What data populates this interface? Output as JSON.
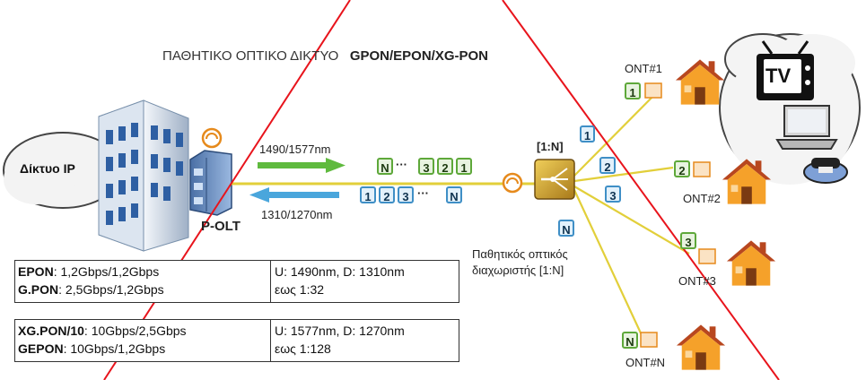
{
  "title": {
    "main": "ΠΑΘΗΤΙΚΟ ΟΠΤΙΚΟ ΔΙΚΤΥΟ",
    "standards": "GPON/EPON/XG-PON"
  },
  "ip_network": "Δίκτυο IP",
  "olt_label": "P-OLT",
  "downstream_wavelength": "1490/1577nm",
  "upstream_wavelength": "1310/1270nm",
  "downstream_frames": [
    "N",
    "···",
    "3",
    "2",
    "1"
  ],
  "upstream_frames": [
    "1",
    "2",
    "3",
    "···",
    "N"
  ],
  "splitter": {
    "ratio": "[1:N]",
    "caption_line1": "Παθητικός οπτικός",
    "caption_line2": "διαχωριστής [1:N]"
  },
  "branch_labels": [
    "1",
    "2",
    "3",
    "N"
  ],
  "onts": [
    {
      "name": "ONT#1",
      "frame": "1"
    },
    {
      "name": "ONT#2",
      "frame": "2"
    },
    {
      "name": "ONT#3",
      "frame": "3"
    },
    {
      "name": "ONT#N",
      "frame": "N"
    }
  ],
  "tv_label": "TV",
  "specs": [
    {
      "rows": [
        {
          "name": "EPON",
          "value": ": 1,2Gbps/1,2Gbps"
        },
        {
          "name": "G.PON",
          "value": ": 2,5Gbps/1,2Gbps"
        }
      ],
      "right": [
        "U: 1490nm, D: 1310nm",
        "εως 1:32"
      ]
    },
    {
      "rows": [
        {
          "name": "XG.PON/10",
          "value": ": 10Gbps/2,5Gbps"
        },
        {
          "name": "GEPON",
          "value": ": 10Gbps/1,2Gbps"
        }
      ],
      "right": [
        "U: 1577nm, D: 1270nm",
        "εως 1:128"
      ]
    }
  ],
  "colors": {
    "fiber": "#e2cf3a",
    "downstream_arrow": "#5fba3e",
    "upstream_arrow": "#4aa6dc",
    "house_roof": "#b8471f",
    "house_wall": "#f5a12a",
    "strike": "#e8141c"
  }
}
